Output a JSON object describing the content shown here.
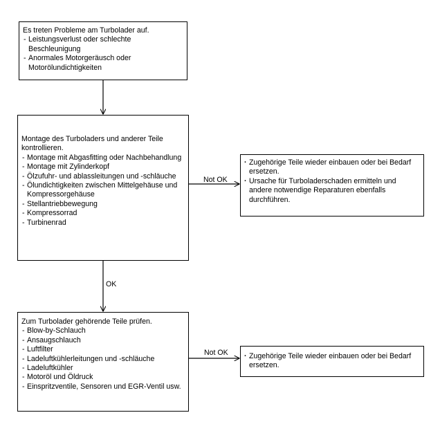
{
  "nodes": {
    "problem": {
      "title": "Es treten Probleme am Turbolader auf.",
      "items": [
        "Leistungsverlust oder schlechte Beschleunigung",
        "Anormales Motorgeräusch oder Motorölundichtigkeiten"
      ]
    },
    "check_mounting": {
      "title": "Montage des Turboladers und anderer Teile kontrollieren.",
      "items": [
        "Montage mit Abgasfitting oder Nachbehandlung",
        "Montage mit Zylinderkopf",
        "Ölzufuhr- und ablassleitungen und -schläuche",
        "Ölundichtigkeiten zwischen Mittelgehäuse und Kompressorgehäuse",
        "Stellantriebbewegung",
        "Kompressorrad",
        "Turbinenrad"
      ]
    },
    "action_1": {
      "items": [
        "Zugehörige Teile wieder einbauen oder bei Bedarf ersetzen.",
        "Ursache für Turboladerschaden ermitteln und andere notwendige Reparaturen ebenfalls durchführen."
      ]
    },
    "check_parts": {
      "title": "Zum Turbolader gehörende Teile prüfen.",
      "items": [
        "Blow-by-Schlauch",
        "Ansaugschlauch",
        "Luftfilter",
        "Ladeluftkühlerleitungen und -schläuche",
        "Ladeluftkühler",
        "Motoröl und Öldruck",
        "Einspritzventile, Sensoren und EGR-Ventil usw."
      ]
    },
    "action_2": {
      "items": [
        "Zugehörige Teile wieder einbauen oder bei Bedarf ersetzen."
      ]
    }
  },
  "edges": {
    "not_ok_1": "Not OK",
    "ok": "OK",
    "not_ok_2": "Not OK"
  }
}
